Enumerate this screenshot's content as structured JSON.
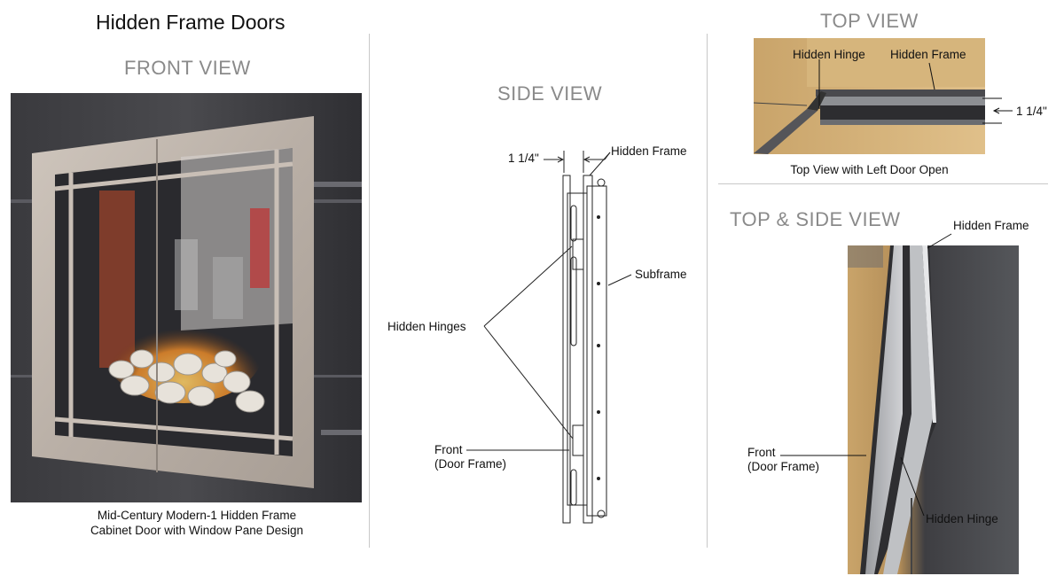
{
  "page_title": "Hidden Frame Doors",
  "front_view": {
    "heading": "FRONT VIEW",
    "caption_line1": "Mid-Century Modern-1 Hidden Frame",
    "caption_line2": "Cabinet Door with Window Pane Design"
  },
  "side_view": {
    "heading": "SIDE VIEW",
    "dimension": "1 1/4\"",
    "label_hidden_frame": "Hidden Frame",
    "label_subframe": "Subframe",
    "label_hidden_hinges": "Hidden Hinges",
    "label_front_line1": "Front",
    "label_front_line2": "(Door Frame)"
  },
  "top_view": {
    "heading": "TOP VIEW",
    "label_hidden_hinge": "Hidden Hinge",
    "label_hidden_frame": "Hidden Frame",
    "dimension": "1 1/4\"",
    "caption": "Top View with Left Door Open"
  },
  "top_side_view": {
    "heading": "TOP & SIDE VIEW",
    "label_hidden_frame": "Hidden Frame",
    "label_front_line1": "Front",
    "label_front_line2": "(Door Frame)",
    "label_hidden_hinge": "Hidden Hinge"
  }
}
